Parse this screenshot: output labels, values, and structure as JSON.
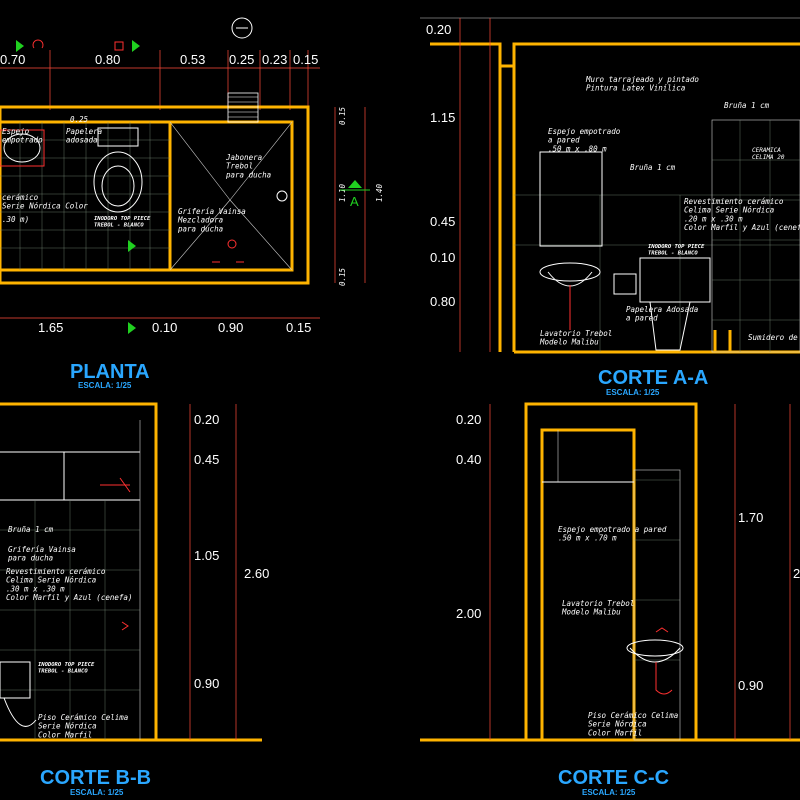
{
  "planta": {
    "title": "PLANTA",
    "scale": "ESCALA: 1/25",
    "top_dims": [
      "0.70",
      "0.80",
      "0.53",
      "0.25",
      "0.23",
      "0.15"
    ],
    "bottom_dims": [
      "1.65",
      "0.10",
      "0.90",
      "0.15"
    ],
    "right_dims": [
      "0.15",
      "1.10",
      "1.40",
      "0.15"
    ],
    "small_dim": "0.25",
    "section_marker": "A",
    "notes": {
      "espejo": "Espejo\nempotrado",
      "papelera": "Papelera\nadosada",
      "ceramico": "cerámico\nSerie Nórdica Color",
      "medida": ".30 m)",
      "jabonera": "Jabonera\nTrebol\npara ducha",
      "griferia": "Grifería Vainsa\nMezcladora\npara ducha",
      "inodoro": "INODORO TOP PIECE\nTREBOL - BLANCO"
    }
  },
  "corte_aa": {
    "title": "CORTE A-A",
    "scale": "ESCALA: 1/25",
    "left_dims": [
      "0.20",
      "1.15",
      "0.45",
      "0.10",
      "0.80"
    ],
    "notes": {
      "muro": "Muro tarrajeado y pintado\nPintura Latex Vinílica",
      "espejo": "Espejo empotrado\na pared\n.50 m x .80 m",
      "bruna1": "Bruña 1 cm",
      "bruna2": "Bruña 1 cm",
      "ceramica": "CERAMICA\nCELIMA 20",
      "revest": "Revestimiento cerámico\nCelima Serie Nórdica\n.20 m x .30 m\nColor Marfil y Azul (cenefa)",
      "inodoro": "INODORO TOP PIECE\nTREBOL - BLANCO",
      "papelera": "Papelera Adosada\na pared",
      "lavatorio": "Lavatorio Trebol\nModelo Malibu",
      "sumidero": "Sumidero de"
    }
  },
  "corte_bb": {
    "title": "CORTE B-B",
    "scale": "ESCALA: 1/25",
    "right_dims": [
      "0.20",
      "0.45",
      "1.05",
      "0.90"
    ],
    "total_dim": "2.60",
    "notes": {
      "bruna": "Bruña 1 cm",
      "griferia": "Grifería Vainsa\npara ducha",
      "revest": "Revestimiento cerámico\nCelima Serie Nórdica\n.30 m x .30 m\nColor Marfil y Azul (cenefa)",
      "inodoro": "INODORO TOP PIECE\nTREBOL - BLANCO",
      "piso": "Piso Cerámico Celima\nSerie Nórdica\nColor Marfil"
    }
  },
  "corte_cc": {
    "title": "CORTE C-C",
    "scale": "ESCALA: 1/25",
    "left_dims": [
      "0.20",
      "0.40",
      "2.00"
    ],
    "right_dims": [
      "1.70",
      "0.90"
    ],
    "total_dim_partial": "2",
    "notes": {
      "espejo": "Espejo empotrado a pared\n.50 m x .70 m",
      "lavatorio": "Lavatorio Trebol\nModelo Malibu",
      "piso": "Piso Cerámico Celima\nSerie Nórdica\nColor Marfil"
    }
  },
  "colors": {
    "background": "#000000",
    "wall": "#ffb400",
    "title": "#2aa7ff",
    "dimension_line": "#ff4b3a",
    "marker": "#20d020"
  }
}
